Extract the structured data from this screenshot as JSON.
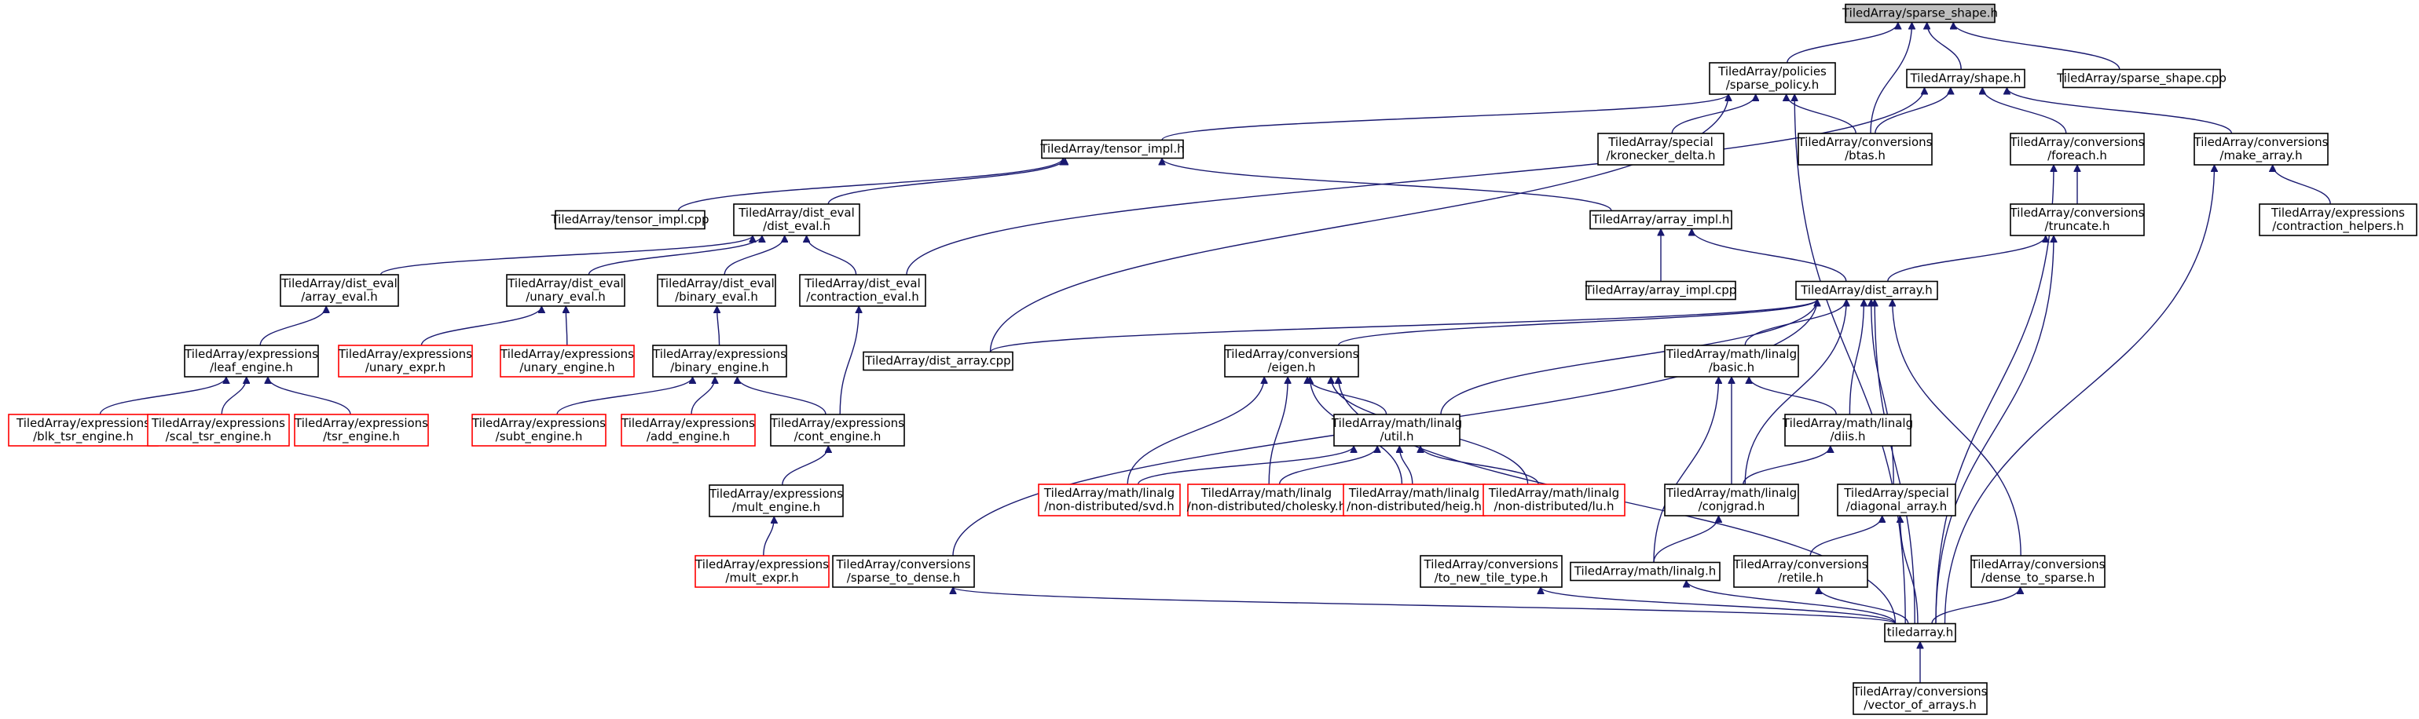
{
  "nodes": [
    {
      "id": "sparse_shape_h",
      "lines": [
        "TiledArray/sparse_shape.h"
      ],
      "style": "root"
    },
    {
      "id": "sparse_policy_h",
      "lines": [
        "TiledArray/policies",
        "/sparse_policy.h"
      ],
      "style": "black"
    },
    {
      "id": "shape_h",
      "lines": [
        "TiledArray/shape.h"
      ],
      "style": "black"
    },
    {
      "id": "sparse_shape_cpp",
      "lines": [
        "TiledArray/sparse_shape.cpp"
      ],
      "style": "black"
    },
    {
      "id": "tensor_impl_h",
      "lines": [
        "TiledArray/tensor_impl.h"
      ],
      "style": "black"
    },
    {
      "id": "kronecker_delta_h",
      "lines": [
        "TiledArray/special",
        "/kronecker_delta.h"
      ],
      "style": "black"
    },
    {
      "id": "btas_h",
      "lines": [
        "TiledArray/conversions",
        "/btas.h"
      ],
      "style": "black"
    },
    {
      "id": "foreach_h",
      "lines": [
        "TiledArray/conversions",
        "/foreach.h"
      ],
      "style": "black"
    },
    {
      "id": "make_array_h",
      "lines": [
        "TiledArray/conversions",
        "/make_array.h"
      ],
      "style": "black"
    },
    {
      "id": "tensor_impl_cpp",
      "lines": [
        "TiledArray/tensor_impl.cpp"
      ],
      "style": "black"
    },
    {
      "id": "dist_eval_h",
      "lines": [
        "TiledArray/dist_eval",
        "/dist_eval.h"
      ],
      "style": "black"
    },
    {
      "id": "array_impl_h",
      "lines": [
        "TiledArray/array_impl.h"
      ],
      "style": "black"
    },
    {
      "id": "truncate_h",
      "lines": [
        "TiledArray/conversions",
        "/truncate.h"
      ],
      "style": "black"
    },
    {
      "id": "contraction_helpers_h",
      "lines": [
        "TiledArray/expressions",
        "/contraction_helpers.h"
      ],
      "style": "black"
    },
    {
      "id": "array_eval_h",
      "lines": [
        "TiledArray/dist_eval",
        "/array_eval.h"
      ],
      "style": "black"
    },
    {
      "id": "unary_eval_h",
      "lines": [
        "TiledArray/dist_eval",
        "/unary_eval.h"
      ],
      "style": "black"
    },
    {
      "id": "binary_eval_h",
      "lines": [
        "TiledArray/dist_eval",
        "/binary_eval.h"
      ],
      "style": "black"
    },
    {
      "id": "contraction_eval_h",
      "lines": [
        "TiledArray/dist_eval",
        "/contraction_eval.h"
      ],
      "style": "black"
    },
    {
      "id": "array_impl_cpp",
      "lines": [
        "TiledArray/array_impl.cpp"
      ],
      "style": "black"
    },
    {
      "id": "dist_array_h",
      "lines": [
        "TiledArray/dist_array.h"
      ],
      "style": "black"
    },
    {
      "id": "leaf_engine_h",
      "lines": [
        "TiledArray/expressions",
        "/leaf_engine.h"
      ],
      "style": "black"
    },
    {
      "id": "unary_expr_h",
      "lines": [
        "TiledArray/expressions",
        "/unary_expr.h"
      ],
      "style": "red"
    },
    {
      "id": "unary_engine_h",
      "lines": [
        "TiledArray/expressions",
        "/unary_engine.h"
      ],
      "style": "red"
    },
    {
      "id": "binary_engine_h",
      "lines": [
        "TiledArray/expressions",
        "/binary_engine.h"
      ],
      "style": "black"
    },
    {
      "id": "dist_array_cpp",
      "lines": [
        "TiledArray/dist_array.cpp"
      ],
      "style": "black"
    },
    {
      "id": "eigen_h",
      "lines": [
        "TiledArray/conversions",
        "/eigen.h"
      ],
      "style": "black"
    },
    {
      "id": "basic_h",
      "lines": [
        "TiledArray/math/linalg",
        "/basic.h"
      ],
      "style": "black"
    },
    {
      "id": "blk_tsr_engine_h",
      "lines": [
        "TiledArray/expressions",
        "/blk_tsr_engine.h"
      ],
      "style": "red"
    },
    {
      "id": "scal_tsr_engine_h",
      "lines": [
        "TiledArray/expressions",
        "/scal_tsr_engine.h"
      ],
      "style": "red"
    },
    {
      "id": "tsr_engine_h",
      "lines": [
        "TiledArray/expressions",
        "/tsr_engine.h"
      ],
      "style": "red"
    },
    {
      "id": "subt_engine_h",
      "lines": [
        "TiledArray/expressions",
        "/subt_engine.h"
      ],
      "style": "red"
    },
    {
      "id": "add_engine_h",
      "lines": [
        "TiledArray/expressions",
        "/add_engine.h"
      ],
      "style": "red"
    },
    {
      "id": "cont_engine_h",
      "lines": [
        "TiledArray/expressions",
        "/cont_engine.h"
      ],
      "style": "black"
    },
    {
      "id": "util_h",
      "lines": [
        "TiledArray/math/linalg",
        "/util.h"
      ],
      "style": "black"
    },
    {
      "id": "diis_h",
      "lines": [
        "TiledArray/math/linalg",
        "/diis.h"
      ],
      "style": "black"
    },
    {
      "id": "svd_h",
      "lines": [
        "TiledArray/math/linalg",
        "/non-distributed/svd.h"
      ],
      "style": "red"
    },
    {
      "id": "cholesky_h",
      "lines": [
        "TiledArray/math/linalg",
        "/non-distributed/cholesky.h"
      ],
      "style": "red"
    },
    {
      "id": "heig_h",
      "lines": [
        "TiledArray/math/linalg",
        "/non-distributed/heig.h"
      ],
      "style": "red"
    },
    {
      "id": "lu_h",
      "lines": [
        "TiledArray/math/linalg",
        "/non-distributed/lu.h"
      ],
      "style": "red"
    },
    {
      "id": "conjgrad_h",
      "lines": [
        "TiledArray/math/linalg",
        "/conjgrad.h"
      ],
      "style": "black"
    },
    {
      "id": "diagonal_array_h",
      "lines": [
        "TiledArray/special",
        "/diagonal_array.h"
      ],
      "style": "black"
    },
    {
      "id": "mult_engine_h",
      "lines": [
        "TiledArray/expressions",
        "/mult_engine.h"
      ],
      "style": "black"
    },
    {
      "id": "mult_expr_h",
      "lines": [
        "TiledArray/expressions",
        "/mult_expr.h"
      ],
      "style": "red"
    },
    {
      "id": "sparse_to_dense_h",
      "lines": [
        "TiledArray/conversions",
        "/sparse_to_dense.h"
      ],
      "style": "black"
    },
    {
      "id": "to_new_tile_type_h",
      "lines": [
        "TiledArray/conversions",
        "/to_new_tile_type.h"
      ],
      "style": "black"
    },
    {
      "id": "linalg_h",
      "lines": [
        "TiledArray/math/linalg.h"
      ],
      "style": "black"
    },
    {
      "id": "retile_h",
      "lines": [
        "TiledArray/conversions",
        "/retile.h"
      ],
      "style": "black"
    },
    {
      "id": "dense_to_sparse_h",
      "lines": [
        "TiledArray/conversions",
        "/dense_to_sparse.h"
      ],
      "style": "black"
    },
    {
      "id": "tiledarray_h",
      "lines": [
        "tiledarray.h"
      ],
      "style": "black"
    },
    {
      "id": "vector_of_arrays_h",
      "lines": [
        "TiledArray/conversions",
        "/vector_of_arrays.h"
      ],
      "style": "black"
    }
  ],
  "edges": [
    [
      "sparse_policy_h",
      "sparse_shape_h"
    ],
    [
      "shape_h",
      "sparse_shape_h"
    ],
    [
      "sparse_shape_cpp",
      "sparse_shape_h"
    ],
    [
      "btas_h",
      "sparse_shape_h"
    ],
    [
      "tensor_impl_h",
      "sparse_policy_h"
    ],
    [
      "kronecker_delta_h",
      "sparse_policy_h"
    ],
    [
      "btas_h",
      "sparse_policy_h"
    ],
    [
      "dist_array_cpp",
      "sparse_policy_h"
    ],
    [
      "tiledarray_h",
      "sparse_policy_h"
    ],
    [
      "btas_h",
      "shape_h"
    ],
    [
      "foreach_h",
      "shape_h"
    ],
    [
      "make_array_h",
      "shape_h"
    ],
    [
      "contraction_eval_h",
      "shape_h"
    ],
    [
      "tensor_impl_cpp",
      "tensor_impl_h"
    ],
    [
      "dist_eval_h",
      "tensor_impl_h"
    ],
    [
      "array_impl_h",
      "tensor_impl_h"
    ],
    [
      "truncate_h",
      "foreach_h"
    ],
    [
      "tiledarray_h",
      "foreach_h"
    ],
    [
      "contraction_helpers_h",
      "make_array_h"
    ],
    [
      "tiledarray_h",
      "make_array_h"
    ],
    [
      "array_eval_h",
      "dist_eval_h"
    ],
    [
      "unary_eval_h",
      "dist_eval_h"
    ],
    [
      "binary_eval_h",
      "dist_eval_h"
    ],
    [
      "contraction_eval_h",
      "dist_eval_h"
    ],
    [
      "array_impl_cpp",
      "array_impl_h"
    ],
    [
      "dist_array_h",
      "array_impl_h"
    ],
    [
      "dist_array_h",
      "truncate_h"
    ],
    [
      "tiledarray_h",
      "truncate_h"
    ],
    [
      "leaf_engine_h",
      "array_eval_h"
    ],
    [
      "unary_expr_h",
      "unary_eval_h"
    ],
    [
      "unary_engine_h",
      "unary_eval_h"
    ],
    [
      "binary_engine_h",
      "binary_eval_h"
    ],
    [
      "cont_engine_h",
      "contraction_eval_h"
    ],
    [
      "dist_array_cpp",
      "dist_array_h"
    ],
    [
      "eigen_h",
      "dist_array_h"
    ],
    [
      "basic_h",
      "dist_array_h"
    ],
    [
      "util_h",
      "dist_array_h"
    ],
    [
      "diis_h",
      "dist_array_h"
    ],
    [
      "conjgrad_h",
      "dist_array_h"
    ],
    [
      "diagonal_array_h",
      "dist_array_h"
    ],
    [
      "dense_to_sparse_h",
      "dist_array_h"
    ],
    [
      "sparse_to_dense_h",
      "dist_array_h"
    ],
    [
      "tiledarray_h",
      "dist_array_h"
    ],
    [
      "blk_tsr_engine_h",
      "leaf_engine_h"
    ],
    [
      "scal_tsr_engine_h",
      "leaf_engine_h"
    ],
    [
      "tsr_engine_h",
      "leaf_engine_h"
    ],
    [
      "subt_engine_h",
      "binary_engine_h"
    ],
    [
      "add_engine_h",
      "binary_engine_h"
    ],
    [
      "cont_engine_h",
      "binary_engine_h"
    ],
    [
      "util_h",
      "eigen_h"
    ],
    [
      "svd_h",
      "eigen_h"
    ],
    [
      "cholesky_h",
      "eigen_h"
    ],
    [
      "heig_h",
      "eigen_h"
    ],
    [
      "lu_h",
      "eigen_h"
    ],
    [
      "tiledarray_h",
      "eigen_h"
    ],
    [
      "diis_h",
      "basic_h"
    ],
    [
      "conjgrad_h",
      "basic_h"
    ],
    [
      "linalg_h",
      "basic_h"
    ],
    [
      "mult_engine_h",
      "cont_engine_h"
    ],
    [
      "svd_h",
      "util_h"
    ],
    [
      "cholesky_h",
      "util_h"
    ],
    [
      "heig_h",
      "util_h"
    ],
    [
      "lu_h",
      "util_h"
    ],
    [
      "conjgrad_h",
      "diis_h"
    ],
    [
      "linalg_h",
      "conjgrad_h"
    ],
    [
      "retile_h",
      "diagonal_array_h"
    ],
    [
      "tiledarray_h",
      "diagonal_array_h"
    ],
    [
      "mult_expr_h",
      "mult_engine_h"
    ],
    [
      "tiledarray_h",
      "sparse_to_dense_h"
    ],
    [
      "tiledarray_h",
      "to_new_tile_type_h"
    ],
    [
      "tiledarray_h",
      "linalg_h"
    ],
    [
      "tiledarray_h",
      "retile_h"
    ],
    [
      "tiledarray_h",
      "dense_to_sparse_h"
    ],
    [
      "vector_of_arrays_h",
      "tiledarray_h"
    ]
  ],
  "colors": {
    "edge": "#191970",
    "node_border": "#000000",
    "node_border_highlight": "#ff0000",
    "root_fill": "#bfbfbf",
    "background": "#ffffff"
  }
}
